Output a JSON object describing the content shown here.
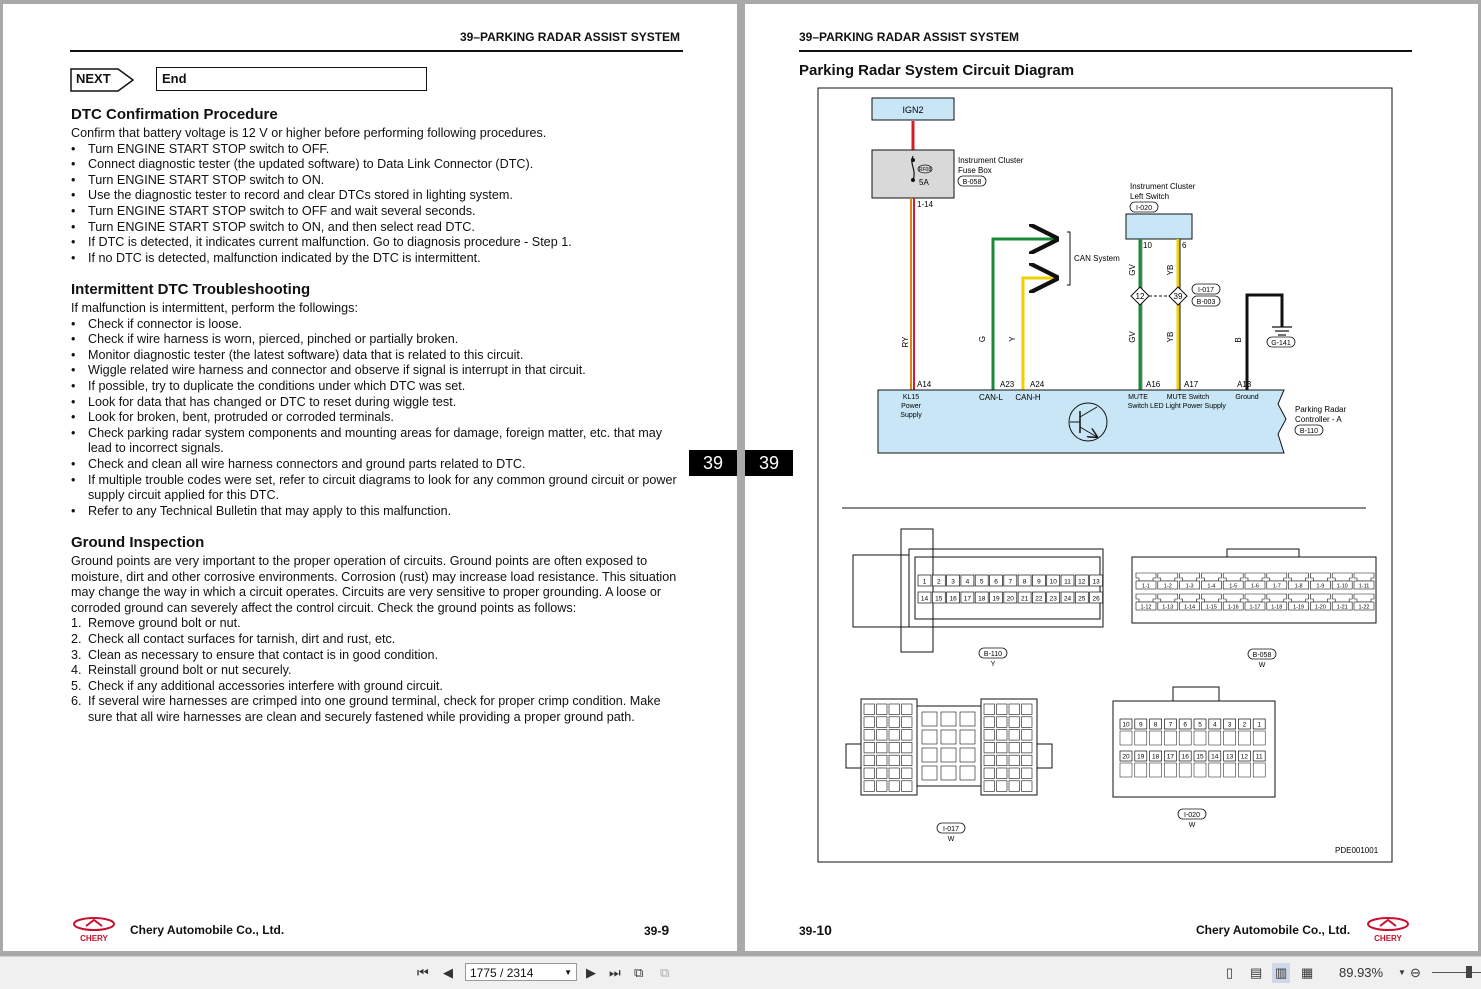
{
  "left_page": {
    "header": "39–PARKING RADAR ASSIST SYSTEM",
    "next_label": "NEXT",
    "next_value": "End",
    "sec1_title": "DTC Confirmation Procedure",
    "sec1_intro": "Confirm that battery voltage is 12 V or higher before performing following procedures.",
    "sec1_items": [
      "Turn ENGINE START STOP switch to OFF.",
      "Connect diagnostic tester (the updated software) to Data Link Connector (DTC).",
      "Turn ENGINE START STOP switch to ON.",
      "Use the diagnostic tester to record and clear DTCs stored in lighting system.",
      "Turn ENGINE START STOP switch to OFF and wait several seconds.",
      "Turn ENGINE START STOP switch to ON, and then select read DTC.",
      "If DTC is detected, it indicates current malfunction. Go to diagnosis procedure - Step 1.",
      "If no DTC is detected, malfunction indicated by the DTC is intermittent."
    ],
    "sec2_title": "Intermittent DTC Troubleshooting",
    "sec2_intro": "If malfunction is intermittent, perform the followings:",
    "sec2_items": [
      "Check if connector is loose.",
      "Check if wire harness is worn, pierced, pinched or partially broken.",
      "Monitor diagnostic tester (the latest software) data that is related to this circuit.",
      "Wiggle related wire harness and connector and observe if signal is interrupt in that circuit.",
      "If possible, try to duplicate the conditions under which DTC was set.",
      "Look for data that has changed or DTC to reset during wiggle test.",
      "Look for broken, bent, protruded or corroded terminals.",
      "Check parking radar system components and mounting areas for damage, foreign matter, etc. that may lead to incorrect signals.",
      "Check and clean all wire harness connectors and ground parts related to DTC.",
      "If multiple trouble codes were set, refer to circuit diagrams to look for any common ground circuit or power supply circuit applied for this DTC.",
      "Refer to any Technical Bulletin that may apply to this malfunction."
    ],
    "sec3_title": "Ground Inspection",
    "sec3_intro": "Ground points are very important to the proper operation of circuits.  Ground points are often exposed to moisture, dirt and other corrosive environments.  Corrosion (rust) may increase load resistance.  This situation may change the way in which a circuit operates.  Circuits are very sensitive to proper grounding.  A loose or corroded ground can severely affect the control circuit.  Check the ground points as follows:",
    "sec3_items": [
      "Remove ground bolt or nut.",
      "Check all contact surfaces for tarnish, dirt and rust, etc.",
      "Clean as necessary to ensure that contact is in good condition.",
      "Reinstall ground bolt or nut securely.",
      "Check if any additional accessories interfere with ground circuit.",
      "If several wire harnesses are crimped into one ground terminal, check for proper crimp condition. Make sure that all wire harnesses are clean and securely fastened while providing a proper ground path."
    ],
    "tab": "39",
    "company": "Chery Automobile Co., Ltd.",
    "page_prefix": "39-",
    "page_num": "9",
    "logo_text": "CHERY"
  },
  "right_page": {
    "header": "39–PARKING RADAR ASSIST SYSTEM",
    "title": "Parking Radar System Circuit Diagram",
    "tab": "39",
    "page_prefix": "39-",
    "page_num": "10",
    "company": "Chery Automobile Co., Ltd.",
    "logo_text": "CHERY",
    "diagram": {
      "ign2": "IGN2",
      "fuse_id": "RF08",
      "fuse_amp": "5A",
      "fuse_box_1": "Instrument Cluster",
      "fuse_box_2": "Fuse Box",
      "fuse_box_code": "B-058",
      "fuse_pin": "1-14",
      "switch_1": "Instrument Cluster",
      "switch_2": "Left Switch",
      "switch_code": "I-020",
      "switch_pin_a": "10",
      "switch_pin_b": "6",
      "can_system": "CAN System",
      "splice_a": "12",
      "splice_b": "39",
      "splice_code_1": "I-017",
      "splice_code_2": "B-003",
      "ground_code": "G-141",
      "wire_ry": "RY",
      "wire_g": "G",
      "wire_y": "Y",
      "wire_gv": "GV",
      "wire_yb": "YB",
      "wire_b": "B",
      "pin_a14": "A14",
      "pin_a23": "A23",
      "pin_a24": "A24",
      "pin_a16": "A16",
      "pin_a17": "A17",
      "pin_a13": "A13",
      "lbl_kl15_1": "KL15",
      "lbl_kl15_2": "Power",
      "lbl_kl15_3": "Supply",
      "lbl_canl": "CAN-L",
      "lbl_canh": "CAN-H",
      "lbl_mute_1": "MUTE",
      "lbl_mute_2": "Switch",
      "lbl_led_1": "MUTE Switch",
      "lbl_led_2": "LED Light Power Supply",
      "lbl_ground": "Ground",
      "ctrl_1": "Parking Radar",
      "ctrl_2": "Controller - A",
      "ctrl_code": "B-110",
      "conn_b110": "B-110",
      "conn_b110_color": "Y",
      "conn_b058": "B-058",
      "conn_b058_color": "W",
      "conn_i017": "I-017",
      "conn_i017_color": "W",
      "conn_i020": "I-020",
      "conn_i020_color": "W",
      "fig_code": "PDE001001",
      "b110_pins": [
        "1",
        "2",
        "3",
        "4",
        "5",
        "6",
        "7",
        "8",
        "9",
        "10",
        "11",
        "12",
        "13",
        "14",
        "15",
        "16",
        "17",
        "18",
        "19",
        "20",
        "21",
        "22",
        "23",
        "24",
        "25",
        "26"
      ],
      "b058_pins": [
        "1-1",
        "1-2",
        "1-3",
        "1-4",
        "1-5",
        "1-6",
        "1-7",
        "1-8",
        "1-9",
        "1-10",
        "1-11",
        "1-12",
        "1-13",
        "1-14",
        "1-15",
        "1-16",
        "1-17",
        "1-18",
        "1-19",
        "1-20",
        "1-21",
        "1-22"
      ],
      "i020_pins": [
        "10",
        "9",
        "8",
        "7",
        "6",
        "5",
        "4",
        "3",
        "2",
        "1",
        "20",
        "19",
        "18",
        "17",
        "16",
        "15",
        "14",
        "13",
        "12",
        "11"
      ]
    }
  },
  "toolbar": {
    "page_field": "1775 / 2314",
    "zoom": "89.93%"
  },
  "colors": {
    "wire_red": "#d0202a",
    "wire_orange": "#e0801a",
    "wire_green": "#1a8a3a",
    "wire_yellow": "#f2d000",
    "wire_black": "#111111",
    "box_blue": "#c8e6f5"
  }
}
